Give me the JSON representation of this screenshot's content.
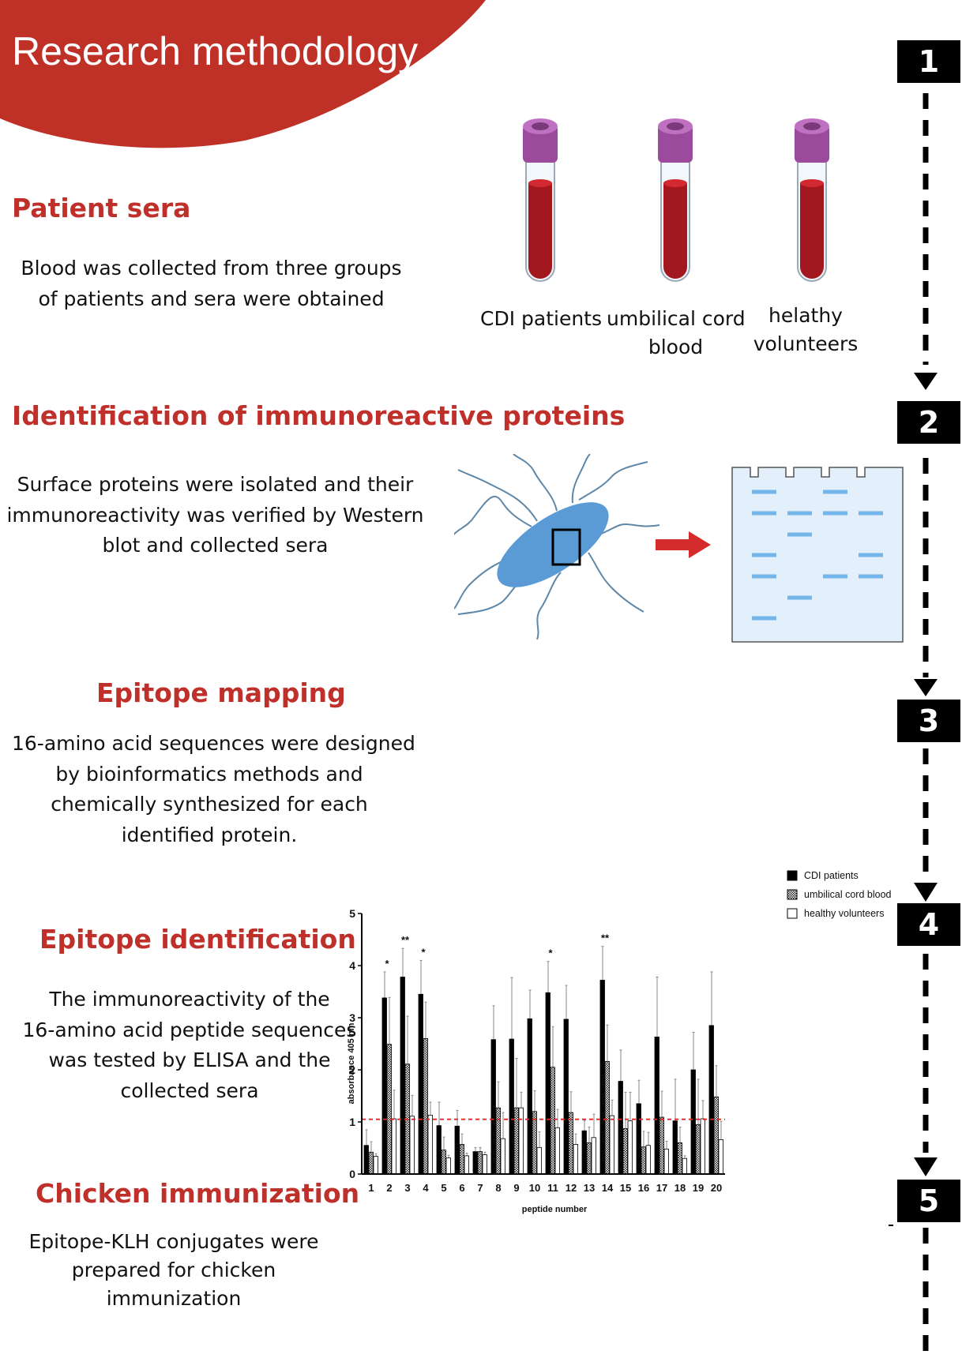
{
  "title": "Research methodology",
  "colors": {
    "accent_red": "#bf3027",
    "heading_red": "#c0302a",
    "tube_cap": "#9c4a9c",
    "blood": "#a3171e",
    "bacterium": "#5b9bd5",
    "gel": "#e3f0fb",
    "band": "#74b5ea"
  },
  "steps": [
    "1",
    "2",
    "3",
    "4",
    "5"
  ],
  "sections": {
    "patient_sera": {
      "title": "Patient sera",
      "text": [
        "Blood was collected from three groups",
        "of patients and sera were obtained"
      ],
      "tubes": [
        {
          "label": [
            "CDI patients"
          ]
        },
        {
          "label": [
            "umbilical cord",
            "blood"
          ]
        },
        {
          "label": [
            "helathy",
            "volunteers"
          ]
        }
      ]
    },
    "identification": {
      "title": "Identification of immunoreactive proteins",
      "text": [
        "Surface proteins were isolated and their",
        "immunoreactivity was verified by Western",
        "blot and collected sera"
      ]
    },
    "epitope_mapping": {
      "title": "Epitope mapping",
      "text": [
        "16-amino acid sequences were designed",
        "by bioinformatics methods and",
        "chemically synthesized for each",
        "identified protein."
      ]
    },
    "epitope_identification": {
      "title": "Epitope identification",
      "text": [
        "The immunoreactivity of the",
        "16-amino acid peptide sequences",
        "was tested by ELISA and the",
        "collected sera"
      ]
    },
    "chicken_immunization": {
      "title": "Chicken immunization",
      "text": [
        "Epitope-KLH conjugates were",
        "prepared for chicken",
        "immunization"
      ]
    }
  },
  "chart_data": {
    "type": "bar",
    "xlabel": "peptide number",
    "ylabel": "absorbance 405 nm",
    "ylim": [
      0,
      5
    ],
    "yticks": [
      0,
      1,
      2,
      3,
      4,
      5
    ],
    "categories": [
      "1",
      "2",
      "3",
      "4",
      "5",
      "6",
      "7",
      "8",
      "9",
      "10",
      "11",
      "12",
      "13",
      "14",
      "15",
      "16",
      "17",
      "18",
      "19",
      "20"
    ],
    "series": [
      {
        "name": "CDI patients",
        "fill": "black",
        "values": [
          0.55,
          3.38,
          3.78,
          3.45,
          0.93,
          0.92,
          0.43,
          2.58,
          2.59,
          2.98,
          3.48,
          2.97,
          0.83,
          3.72,
          1.78,
          1.35,
          2.63,
          1.02,
          2.0,
          2.85
        ],
        "errors": [
          0.3,
          0.5,
          0.55,
          0.65,
          0.45,
          0.3,
          0.08,
          0.65,
          1.18,
          0.55,
          0.6,
          0.65,
          0.2,
          0.65,
          0.6,
          0.45,
          1.15,
          0.8,
          0.72,
          1.03
        ]
      },
      {
        "name": "umbilical cord blood",
        "fill": "hatched",
        "values": [
          0.42,
          2.49,
          2.11,
          2.6,
          0.46,
          0.57,
          0.43,
          1.27,
          1.27,
          1.2,
          2.05,
          1.18,
          0.6,
          2.16,
          0.87,
          0.52,
          1.09,
          0.6,
          0.95,
          1.48
        ],
        "errors": [
          0.2,
          0.9,
          0.92,
          0.7,
          0.25,
          0.2,
          0.08,
          0.5,
          0.95,
          0.4,
          0.78,
          0.4,
          0.3,
          0.7,
          0.7,
          0.3,
          0.5,
          0.3,
          0.87,
          0.6
        ]
      },
      {
        "name": "healthy volunteers",
        "fill": "white",
        "values": [
          0.34,
          1.06,
          1.11,
          1.13,
          0.31,
          0.35,
          0.37,
          0.68,
          1.27,
          0.51,
          0.89,
          0.57,
          0.7,
          1.12,
          1.02,
          0.55,
          0.48,
          0.3,
          1.06,
          0.66
        ],
        "errors": [
          0.05,
          0.55,
          0.4,
          0.25,
          0.05,
          0.05,
          0.05,
          0.5,
          0.3,
          0.3,
          0.35,
          0.2,
          0.45,
          0.3,
          0.55,
          0.25,
          0.15,
          0.05,
          0.35,
          0.35
        ]
      }
    ],
    "significance": [
      {
        "peptide": "2",
        "mark": "*"
      },
      {
        "peptide": "3",
        "mark": "**"
      },
      {
        "peptide": "4",
        "mark": "*"
      },
      {
        "peptide": "11",
        "mark": "*"
      },
      {
        "peptide": "14",
        "mark": "**"
      }
    ],
    "threshold": 1.05,
    "legend_position": "top-right",
    "grid": false
  }
}
